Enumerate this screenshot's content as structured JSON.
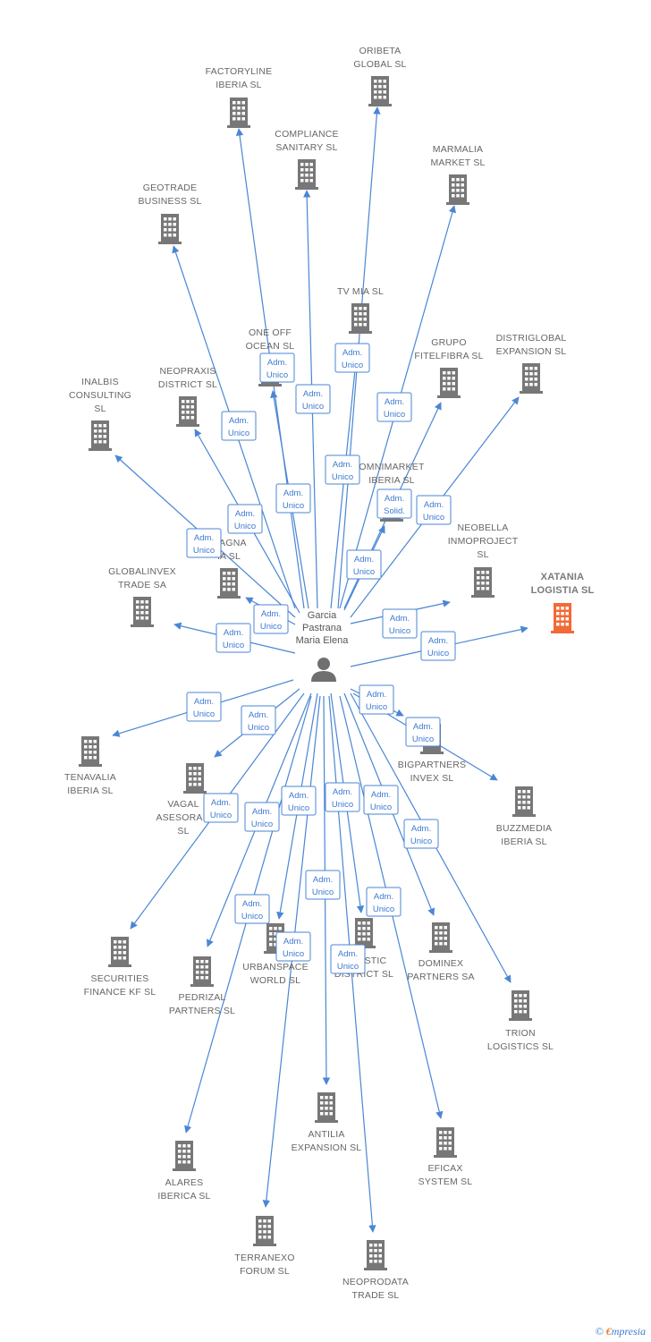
{
  "center": {
    "label": [
      "Garcia",
      "Pastrana",
      "Maria Elena"
    ]
  },
  "colors": {
    "edge": "#4a86d4",
    "building": "#777777",
    "highlight": "#f26a35"
  },
  "nodes": [
    {
      "id": "oribeta",
      "label": [
        "ORIBETA",
        "GLOBAL SL"
      ],
      "role": [
        "Adm.",
        "Unico"
      ]
    },
    {
      "id": "factoryline",
      "label": [
        "FACTORYLINE",
        "IBERIA SL"
      ],
      "role": [
        "Adm.",
        "Unico"
      ]
    },
    {
      "id": "compliance",
      "label": [
        "COMPLIANCE",
        "SANITARY SL"
      ],
      "role": [
        "Adm.",
        "Unico"
      ]
    },
    {
      "id": "marmalia",
      "label": [
        "MARMALIA",
        "MARKET SL"
      ],
      "role": [
        "Adm.",
        "Unico"
      ]
    },
    {
      "id": "geotrade",
      "label": [
        "GEOTRADE",
        "BUSINESS SL"
      ],
      "role": [
        "Adm.",
        "Unico"
      ]
    },
    {
      "id": "tvmia",
      "label": [
        "TV MIA SL"
      ],
      "role": [
        "Adm.",
        "Unico"
      ]
    },
    {
      "id": "oneoff",
      "label": [
        "ONE OFF",
        "OCEAN SL"
      ],
      "role": [
        "Adm.",
        "Unico"
      ]
    },
    {
      "id": "grupofitel",
      "label": [
        "GRUPO",
        "FITELFIBRA SL"
      ],
      "role": [
        "Adm.",
        "Solid."
      ]
    },
    {
      "id": "distriglobal",
      "label": [
        "DISTRIGLOBAL",
        "EXPANSION SL"
      ],
      "role": [
        "Adm.",
        "Unico"
      ]
    },
    {
      "id": "inalbis",
      "label": [
        "INALBIS",
        "CONSULTING",
        "SL"
      ],
      "role": [
        "Adm.",
        "Unico"
      ]
    },
    {
      "id": "neopraxis",
      "label": [
        "NEOPRAXIS",
        "DISTRICT SL"
      ],
      "role": [
        "Adm.",
        "Unico"
      ]
    },
    {
      "id": "omnimarket",
      "label": [
        "OMNIMARKET",
        "IBERIA SL"
      ],
      "role": [
        "Adm.",
        "Unico"
      ]
    },
    {
      "id": "neobella",
      "label": [
        "NEOBELLA",
        "INMOPROJECT",
        "SL"
      ],
      "role": [
        "Adm.",
        "Unico"
      ]
    },
    {
      "id": "magna",
      "label": [
        "MAGNA",
        "IA SL"
      ],
      "role": [
        "Adm.",
        "Unico"
      ]
    },
    {
      "id": "xatania",
      "label": [
        "XATANIA",
        "LOGISTIA SL"
      ],
      "role": [
        "Adm.",
        "Unico"
      ],
      "highlight": true
    },
    {
      "id": "globalinvex",
      "label": [
        "GLOBALINVEX",
        "TRADE SA"
      ],
      "role": [
        "Adm.",
        "Unico"
      ]
    },
    {
      "id": "tenavalia",
      "label": [
        "TENAVALIA",
        "IBERIA SL"
      ],
      "role": [
        "Adm.",
        "Unico"
      ]
    },
    {
      "id": "vagal",
      "label": [
        "VAGAL",
        "ASESORAM",
        "SL"
      ],
      "role": [
        "Adm.",
        "Unico"
      ]
    },
    {
      "id": "bigpartners",
      "label": [
        "BIGPARTNERS",
        "INVEX SL"
      ],
      "role": [
        "Adm.",
        "Unico"
      ]
    },
    {
      "id": "buzzmedia",
      "label": [
        "BUZZMEDIA",
        "IBERIA SL"
      ],
      "role": [
        "Adm.",
        "Unico"
      ]
    },
    {
      "id": "securities",
      "label": [
        "SECURITIES",
        "FINANCE KF SL"
      ],
      "role": [
        "Adm.",
        "Unico"
      ]
    },
    {
      "id": "pedrizal",
      "label": [
        "PEDRIZAL",
        "PARTNERS SL"
      ],
      "role": [
        "Adm.",
        "Unico"
      ]
    },
    {
      "id": "urbanspace",
      "label": [
        "URBANSPACE",
        "WORLD SL"
      ],
      "role": [
        "Adm.",
        "Unico"
      ]
    },
    {
      "id": "logistic",
      "label": [
        "LOGISTIC",
        "DISTRICT SL"
      ],
      "role": [
        "Adm.",
        "Unico"
      ]
    },
    {
      "id": "dominex",
      "label": [
        "DOMINEX",
        "PARTNERS SA"
      ],
      "role": [
        "Adm.",
        "Unico"
      ]
    },
    {
      "id": "trion",
      "label": [
        "TRION",
        "LOGISTICS SL"
      ],
      "role": [
        "Adm.",
        "Unico"
      ]
    },
    {
      "id": "antilia",
      "label": [
        "ANTILIA",
        "EXPANSION SL"
      ],
      "role": [
        "Adm.",
        "Unico"
      ]
    },
    {
      "id": "eficax",
      "label": [
        "EFICAX",
        "SYSTEM SL"
      ],
      "role": [
        "Adm.",
        "Unico"
      ]
    },
    {
      "id": "alares",
      "label": [
        "ALARES",
        "IBERICA SL"
      ],
      "role": [
        "Adm.",
        "Unico"
      ]
    },
    {
      "id": "terranexo",
      "label": [
        "TERRANEXO",
        "FORUM SL"
      ],
      "role": [
        "Adm.",
        "Unico"
      ]
    },
    {
      "id": "neoprodata",
      "label": [
        "NEOPRODATA",
        "TRADE SL"
      ],
      "role": [
        "Adm.",
        "Unico"
      ]
    }
  ],
  "brand": {
    "copyright": "©",
    "e": "€",
    "rest": "mpresia"
  }
}
